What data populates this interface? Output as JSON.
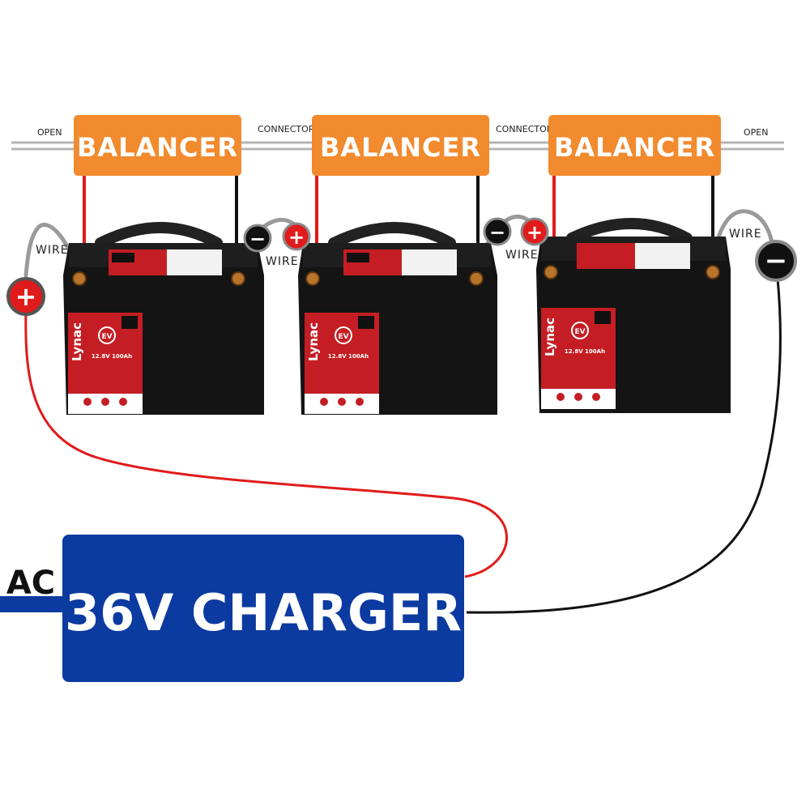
{
  "balancers": [
    {
      "label": "BALANCER"
    },
    {
      "label": "BALANCER"
    },
    {
      "label": "BALANCER"
    }
  ],
  "bus_labels": {
    "left": "OPEN",
    "mid1": "CONNECTOR",
    "mid2": "CONNECTOR",
    "right": "OPEN"
  },
  "wires": [
    {
      "label": "WIRE"
    },
    {
      "label": "WIRE"
    },
    {
      "label": "WIRE"
    },
    {
      "label": "WIRE"
    }
  ],
  "batteries": [
    {
      "brand": "Lynac",
      "badge": "EV",
      "rating": "12.8V 100Ah"
    },
    {
      "brand": "Lynac",
      "badge": "EV",
      "rating": "12.8V 100Ah"
    },
    {
      "brand": "Lynac",
      "badge": "EV",
      "rating": "12.8V 100Ah"
    }
  ],
  "terminals": {
    "positive": "+",
    "negative": "−"
  },
  "charger": {
    "label": "36V CHARGER",
    "input_label": "AC"
  },
  "colors": {
    "balancer": "#f28a2e",
    "charger": "#0b3aa0",
    "positive_wire": "#e01b1b",
    "negative_wire": "#111111",
    "battery_body": "#141414",
    "label_red": "#c41e24"
  }
}
